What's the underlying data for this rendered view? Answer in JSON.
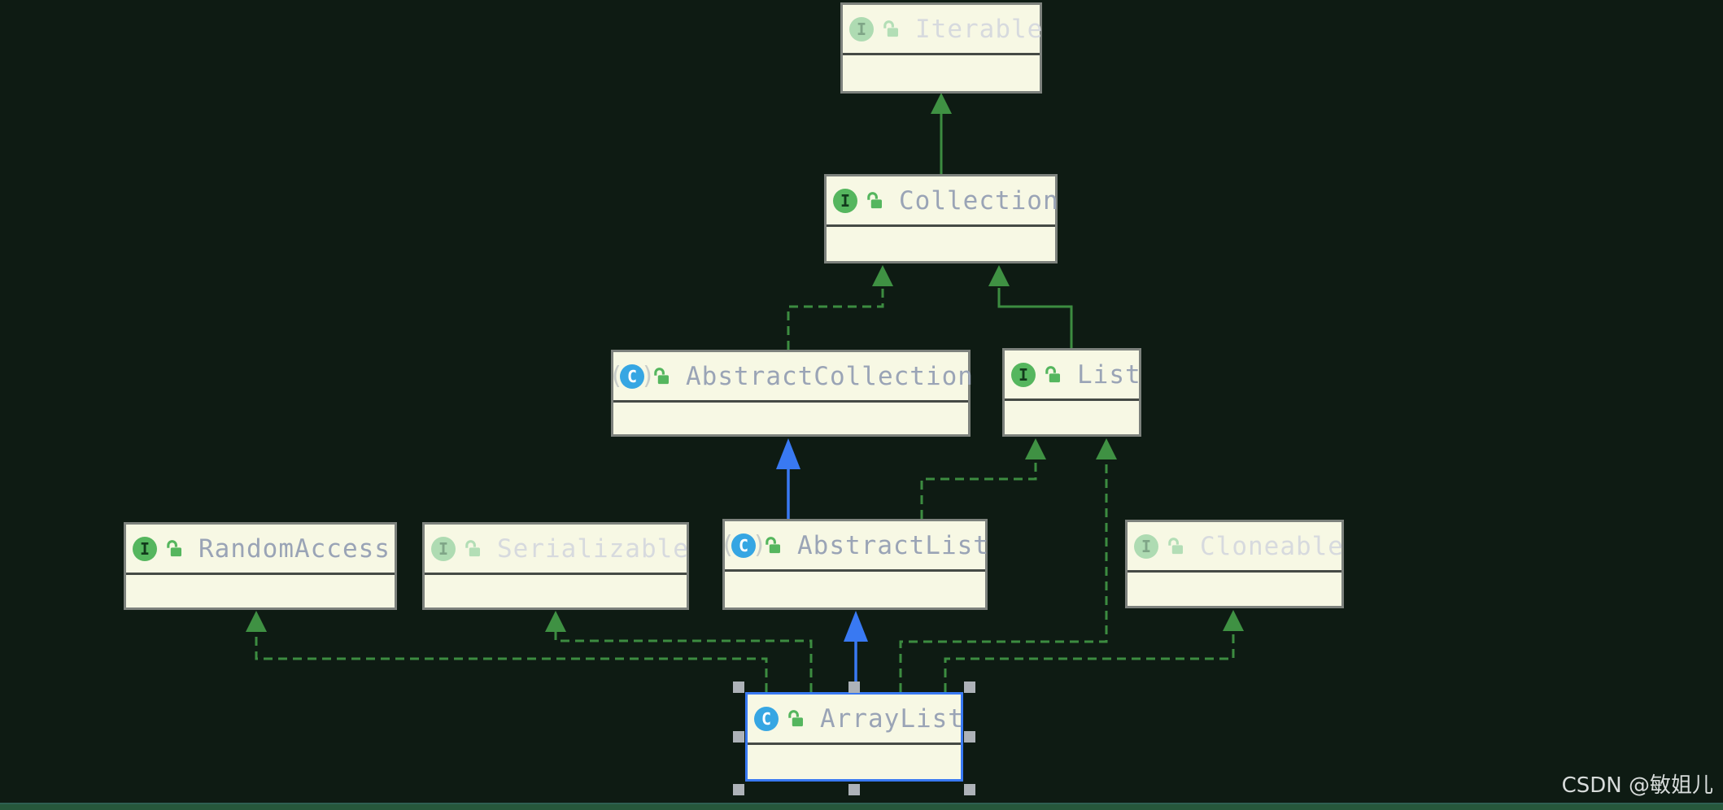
{
  "icons": {
    "interface_glyph": "I",
    "class_glyph": "C"
  },
  "nodes": {
    "iterable": {
      "label": "Iterable",
      "kind": "interface",
      "state": "faded",
      "lock": "unlocked"
    },
    "collection": {
      "label": "Collection",
      "kind": "interface",
      "state": "normal",
      "lock": "unlocked"
    },
    "abstractcollection": {
      "label": "AbstractCollection",
      "kind": "abstract-class",
      "state": "normal",
      "lock": "unlocked"
    },
    "list": {
      "label": "List",
      "kind": "interface",
      "state": "normal",
      "lock": "unlocked"
    },
    "randomaccess": {
      "label": "RandomAccess",
      "kind": "interface",
      "state": "normal",
      "lock": "unlocked"
    },
    "serializable": {
      "label": "Serializable",
      "kind": "interface",
      "state": "faded",
      "lock": "unlocked"
    },
    "abstractlist": {
      "label": "AbstractList",
      "kind": "abstract-class",
      "state": "normal",
      "lock": "unlocked"
    },
    "cloneable": {
      "label": "Cloneable",
      "kind": "interface",
      "state": "faded",
      "lock": "unlocked"
    },
    "arraylist": {
      "label": "ArrayList",
      "kind": "class",
      "state": "selected",
      "lock": "unlocked"
    }
  },
  "edges": [
    {
      "from": "Collection",
      "to": "Iterable",
      "relation": "extends",
      "style": "solid-green"
    },
    {
      "from": "AbstractCollection",
      "to": "Collection",
      "relation": "implements",
      "style": "dashed-green"
    },
    {
      "from": "List",
      "to": "Collection",
      "relation": "extends",
      "style": "solid-green"
    },
    {
      "from": "AbstractList",
      "to": "AbstractCollection",
      "relation": "extends",
      "style": "solid-blue"
    },
    {
      "from": "AbstractList",
      "to": "List",
      "relation": "implements",
      "style": "dashed-green"
    },
    {
      "from": "ArrayList",
      "to": "AbstractList",
      "relation": "extends",
      "style": "solid-blue"
    },
    {
      "from": "ArrayList",
      "to": "List",
      "relation": "implements",
      "style": "dashed-green"
    },
    {
      "from": "ArrayList",
      "to": "RandomAccess",
      "relation": "implements",
      "style": "dashed-green"
    },
    {
      "from": "ArrayList",
      "to": "Serializable",
      "relation": "implements",
      "style": "dashed-green"
    },
    {
      "from": "ArrayList",
      "to": "Cloneable",
      "relation": "implements",
      "style": "dashed-green"
    }
  ],
  "colors": {
    "background": "#0e1b13",
    "node_fill": "#f7f8e4",
    "node_border": "#7d827d",
    "inheritance_green": "#3c8c40",
    "inheritance_blue": "#3979f2",
    "selection_blue": "#3979f2",
    "interface_icon_green": "#55b65e",
    "class_icon_blue": "#36a6e3"
  },
  "watermark": "CSDN @敏姐儿"
}
